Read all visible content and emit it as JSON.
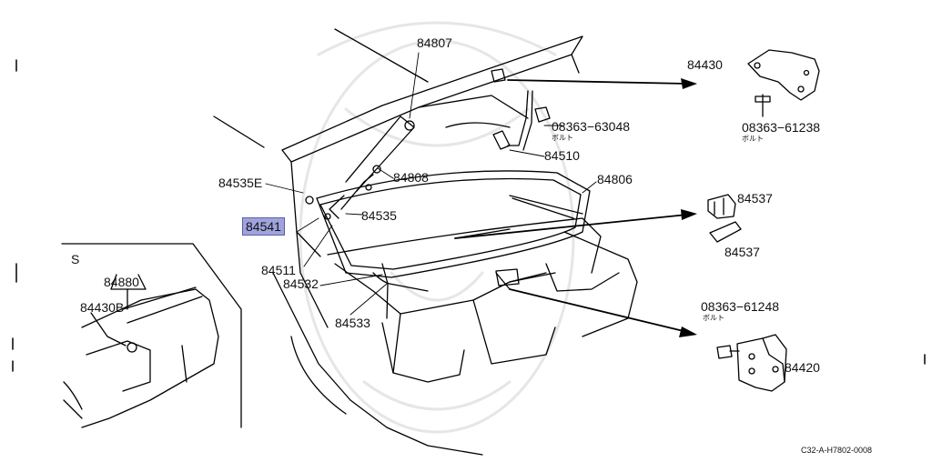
{
  "parts": {
    "p84807": "84807",
    "p84430": "84430",
    "p08363_63048": "08363−63048",
    "p08363_61238": "08363−61238",
    "p84510": "84510",
    "p84806": "84806",
    "p84808": "84808",
    "p84535E": "84535E",
    "p84535": "84535",
    "p84541": "84541",
    "p84537_a": "84537",
    "p84537_b": "84537",
    "p84511": "84511",
    "p84532": "84532",
    "p84533": "84533",
    "p08363_61248": "08363−61248",
    "p84420": "84420",
    "p84880": "84880",
    "p84430B": "84430B"
  },
  "bolt_text": "ボルト",
  "inset_label": "S",
  "reference_code": "C32-A-H7802-0008",
  "highlight_color": "#9fa3dc"
}
